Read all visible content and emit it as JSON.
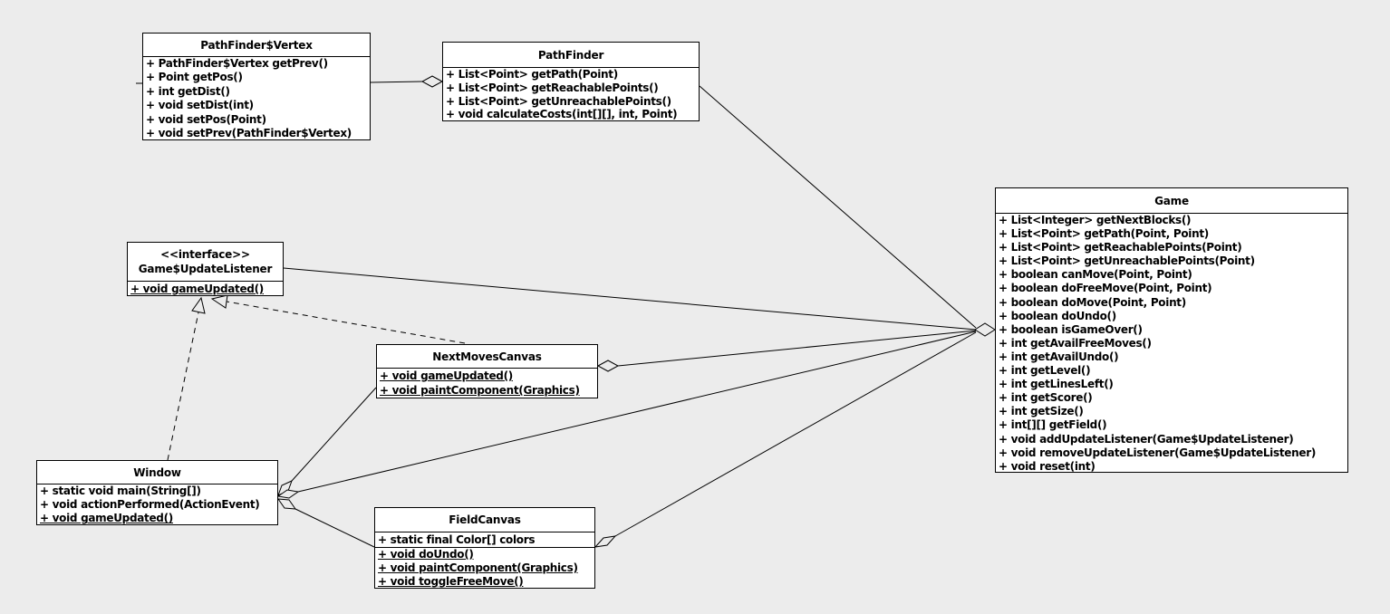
{
  "colors": {
    "background": "#ececec",
    "box_fill": "#ffffff",
    "stroke": "#000000"
  },
  "classes": [
    {
      "id": "vertex",
      "title": [
        "PathFinder$Vertex"
      ],
      "compartments": [
        {
          "kind": "methods",
          "rows": [
            {
              "t": "+ PathFinder$Vertex getPrev()"
            },
            {
              "t": "+ Point getPos()"
            },
            {
              "t": "+ int getDist()"
            },
            {
              "t": "+ void setDist(int)"
            },
            {
              "t": "+ void setPos(Point)"
            },
            {
              "t": "+ void setPrev(PathFinder$Vertex)"
            }
          ]
        }
      ]
    },
    {
      "id": "pathfinder",
      "title": [
        "PathFinder"
      ],
      "compartments": [
        {
          "kind": "methods",
          "rows": [
            {
              "t": "+ List<Point> getPath(Point)"
            },
            {
              "t": "+ List<Point> getReachablePoints()"
            },
            {
              "t": "+ List<Point> getUnreachablePoints()"
            },
            {
              "t": "+ void calculateCosts(int[][], int, Point)"
            }
          ]
        }
      ]
    },
    {
      "id": "listener",
      "title": [
        "<<interface>>",
        "Game$UpdateListener"
      ],
      "compartments": [
        {
          "kind": "methods",
          "rows": [
            {
              "t": "+ void gameUpdated()",
              "u": true
            }
          ]
        }
      ]
    },
    {
      "id": "nextmoves",
      "title": [
        "NextMovesCanvas"
      ],
      "compartments": [
        {
          "kind": "methods",
          "rows": [
            {
              "t": "+ void gameUpdated()",
              "u": true
            },
            {
              "t": "+ void paintComponent(Graphics)",
              "u": true
            }
          ]
        }
      ]
    },
    {
      "id": "window",
      "title": [
        "Window"
      ],
      "compartments": [
        {
          "kind": "methods",
          "rows": [
            {
              "t": "+ static void main(String[])"
            },
            {
              "t": "+ void actionPerformed(ActionEvent)"
            },
            {
              "t": "+ void gameUpdated()",
              "u": true
            }
          ]
        }
      ]
    },
    {
      "id": "fieldcanvas",
      "title": [
        "FieldCanvas"
      ],
      "compartments": [
        {
          "kind": "fields",
          "rows": [
            {
              "t": "+ static final Color[] colors"
            }
          ]
        },
        {
          "kind": "methods",
          "rows": [
            {
              "t": "+ void doUndo()",
              "u": true
            },
            {
              "t": "+ void paintComponent(Graphics)",
              "u": true
            },
            {
              "t": "+ void toggleFreeMove()",
              "u": true
            }
          ]
        }
      ]
    },
    {
      "id": "game",
      "title": [
        "Game"
      ],
      "compartments": [
        {
          "kind": "methods",
          "rows": [
            {
              "t": "+ List<Integer> getNextBlocks()"
            },
            {
              "t": "+ List<Point> getPath(Point, Point)"
            },
            {
              "t": "+ List<Point> getReachablePoints(Point)"
            },
            {
              "t": "+ List<Point> getUnreachablePoints(Point)"
            },
            {
              "t": "+ boolean canMove(Point, Point)"
            },
            {
              "t": "+ boolean doFreeMove(Point, Point)"
            },
            {
              "t": "+ boolean doMove(Point, Point)"
            },
            {
              "t": "+ boolean doUndo()"
            },
            {
              "t": "+ boolean isGameOver()"
            },
            {
              "t": "+ int getAvailFreeMoves()"
            },
            {
              "t": "+ int getAvailUndo()"
            },
            {
              "t": "+ int getLevel()"
            },
            {
              "t": "+ int getLinesLeft()"
            },
            {
              "t": "+ int getScore()"
            },
            {
              "t": "+ int getSize()"
            },
            {
              "t": "+ int[][] getField()"
            },
            {
              "t": "+ void addUpdateListener(Game$UpdateListener)"
            },
            {
              "t": "+ void removeUpdateListener(Game$UpdateListener)"
            },
            {
              "t": "+ void reset(int)"
            }
          ]
        }
      ]
    }
  ]
}
